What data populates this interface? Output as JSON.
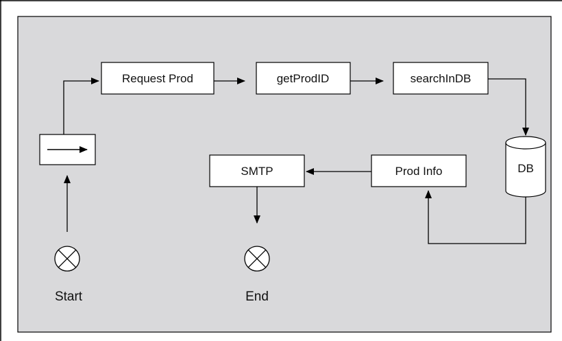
{
  "diagram": {
    "nodes": {
      "request_prod": "Request Prod",
      "get_prod_id": "getProdID",
      "search_in_db": "searchInDB",
      "db": "DB",
      "prod_info": "Prod Info",
      "smtp": "SMTP"
    },
    "events": {
      "start": "Start",
      "end": "End"
    },
    "colors": {
      "panel_fill": "#d9d9db",
      "box_fill": "#ffffff",
      "stroke": "#000000"
    }
  }
}
